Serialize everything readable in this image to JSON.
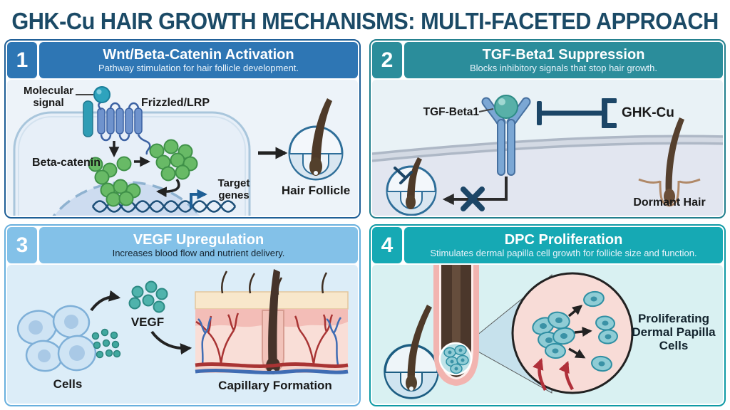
{
  "title": "GHK-Cu HAIR GROWTH MECHANISMS: MULTI-FACETED APPROACH",
  "panels": [
    {
      "number": "1",
      "title": "Wnt/Beta-Catenin Activation",
      "subtitle": "Pathway stimulation for hair follicle development.",
      "labels": {
        "molecular_signal": "Molecular signal",
        "frizzled_lrp": "Frizzled/LRP",
        "beta_catenin": "Beta-catenin",
        "target_genes": "Target genes",
        "hair_follicle": "Hair Follicle"
      },
      "colors": {
        "header": "#2e76b4",
        "border": "#1f5f97",
        "body": "#edf3f9"
      }
    },
    {
      "number": "2",
      "title": "TGF-Beta1 Suppression",
      "subtitle": "Blocks inhibitory signals that stop hair growth.",
      "labels": {
        "tgf_beta1": "TGF-Beta1",
        "ghk_cu": "GHK-Cu",
        "dormant_hair": "Dormant Hair"
      },
      "colors": {
        "header": "#2b8d9b",
        "border": "#23808e",
        "body": "#e9f2f6"
      }
    },
    {
      "number": "3",
      "title": "VEGF Upregulation",
      "subtitle": "Increases blood flow and nutrient delivery.",
      "labels": {
        "cells": "Cells",
        "vegf": "VEGF",
        "capillary_formation": "Capillary Formation"
      },
      "colors": {
        "header": "#83c1e8",
        "border": "#69b0de",
        "body": "#dcedf8"
      }
    },
    {
      "number": "4",
      "title": "DPC Proliferation",
      "subtitle": "Stimulates dermal papilla cell growth for follicle size and function.",
      "labels": {
        "proliferating_dpc": "Proliferating Dermal Papilla Cells"
      },
      "colors": {
        "header": "#16a9b4",
        "border": "#0f9aa5",
        "body": "#d9f1f2"
      }
    }
  ],
  "theme": {
    "title_color": "#1b4a66",
    "background": "#ffffff",
    "molecule_green": "#68ba66",
    "molecule_teal": "#2ea3bd",
    "inhibitor_navy": "#1c4667",
    "vessel_red": "#a93434",
    "vessel_blue": "#3f6cb3",
    "hair_brown": "#4e3a29"
  }
}
